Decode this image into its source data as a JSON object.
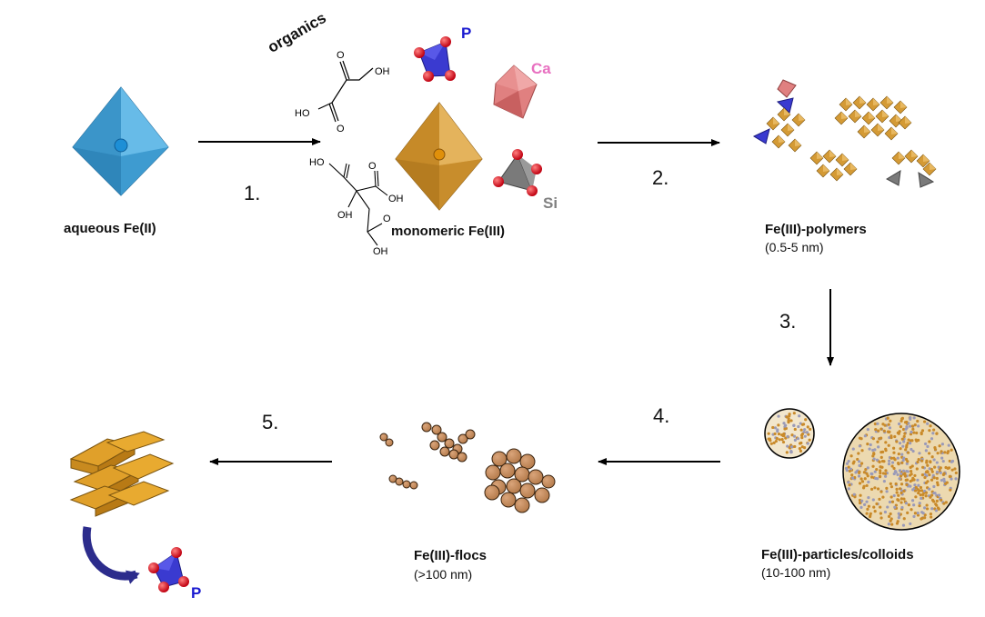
{
  "stages": {
    "aqueous": {
      "label": "aqueous Fe(II)"
    },
    "monomeric": {
      "label": "monomeric Fe(III)"
    },
    "polymers": {
      "label": "Fe(III)-polymers",
      "size": "(0.5-5 nm)"
    },
    "particles": {
      "label": "Fe(III)-particles/colloids",
      "size": "(10-100 nm)"
    },
    "flocs": {
      "label": "Fe(III)-flocs",
      "size": "(>100 nm)"
    }
  },
  "steps": [
    "1.",
    "2.",
    "3.",
    "4.",
    "5."
  ],
  "ligands": {
    "organics": "organics",
    "phosphate": "P",
    "calcium": "Ca",
    "silicate": "Si",
    "phosphate_final": "P"
  },
  "molecules": {
    "oxalic": {
      "oh_top": "OH",
      "ho_left": "HO",
      "o_top": "O",
      "o_bottom": "O"
    },
    "citric": {
      "ho_top": "HO",
      "o": "O",
      "oh": "OH",
      "oh_mid": "OH",
      "o_low": "O",
      "oh_low": "OH"
    }
  },
  "colors": {
    "fe2": "#3a9bd5",
    "fe3": "#d49a35",
    "phosphate": "#3a3ad0",
    "oxygen": "#e0101a",
    "calcium": "#e08080",
    "silicate": "#7a7a7a",
    "floc": "#c4895a",
    "curved_arrow": "#2c2c8c",
    "label_p": "#1a1ad0",
    "label_ca": "#e870c0",
    "label_si": "#808080"
  }
}
